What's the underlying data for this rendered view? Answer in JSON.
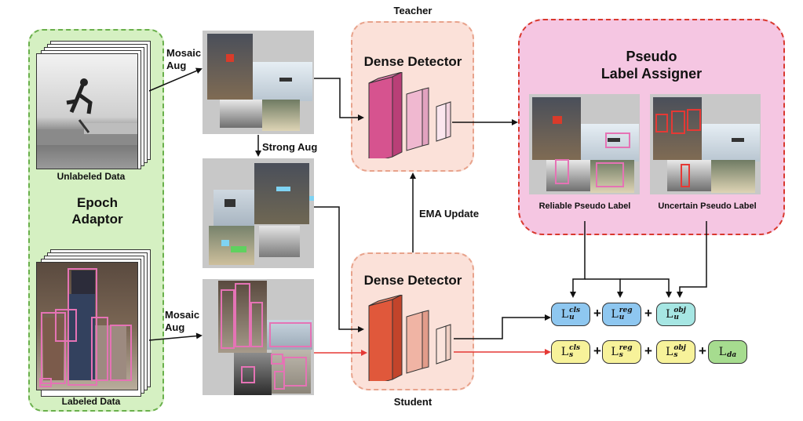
{
  "labels": {
    "epoch_adaptor": "Epoch Adaptor",
    "unlabeled_data": "Unlabeled Data",
    "labeled_data": "Labeled Data",
    "mosaic_aug_top": "Mosaic Aug",
    "mosaic_aug_bottom": "Mosaic Aug",
    "strong_aug": "Strong Aug",
    "teacher": "Teacher",
    "student": "Student",
    "dense_detector_teacher": "Dense Detector",
    "dense_detector_student": "Dense Detector",
    "ema_update": "EMA Update",
    "pseudo_label_assigner_line1": "Pseudo",
    "pseudo_label_assigner_line2": "Label Assigner",
    "reliable_pseudo_label": "Reliable Pseudo Label",
    "uncertain_pseudo_label": "Uncertain Pseudo Label"
  },
  "losses": {
    "unlabeled": [
      {
        "symbol": "L",
        "sub": "u",
        "sup": "cls",
        "color": "#8ec7f0"
      },
      {
        "symbol": "L",
        "sub": "u",
        "sup": "reg",
        "color": "#8ec7f0"
      },
      {
        "symbol": "L",
        "sub": "u",
        "sup": "obj",
        "color": "#a6e6e3"
      }
    ],
    "labeled": [
      {
        "symbol": "L",
        "sub": "s",
        "sup": "cls",
        "color": "#f7f29a"
      },
      {
        "symbol": "L",
        "sub": "s",
        "sup": "reg",
        "color": "#f7f29a"
      },
      {
        "symbol": "L",
        "sub": "s",
        "sup": "obj",
        "color": "#f7f29a"
      },
      {
        "symbol": "L",
        "sub": "da",
        "sup": "",
        "color": "#a6dc8f"
      }
    ],
    "plus": "+"
  },
  "colors": {
    "epoch_panel_fill": "#d5f0c2",
    "epoch_panel_border": "#6ab04c",
    "detector_panel_fill": "#fbe1d9",
    "detector_panel_border": "#e8a38c",
    "assigner_panel_fill": "#f5c6e2",
    "assigner_panel_border": "#d9382e",
    "teacher_block": "#d6538f",
    "student_block": "#e0583b",
    "student_line": "#e53935",
    "box_pink": "#e573b5",
    "box_red": "#e53935"
  }
}
